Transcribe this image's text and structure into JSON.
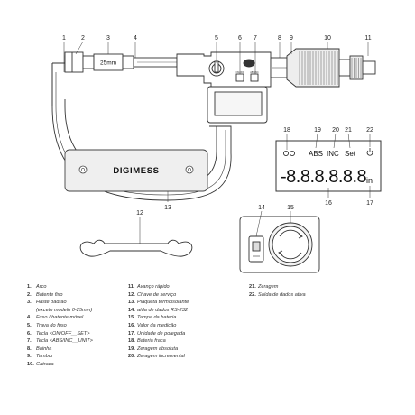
{
  "callouts": {
    "c1": "1",
    "c2": "2",
    "c3": "3",
    "c4": "4",
    "c5": "5",
    "c6": "6",
    "c7": "7",
    "c8": "8",
    "c9": "9",
    "c10": "10",
    "c11": "11",
    "c12": "12",
    "c13": "13",
    "c14": "14",
    "c15": "15",
    "c16": "16",
    "c17": "17",
    "c18": "18",
    "c19": "19",
    "c20": "20",
    "c21": "21",
    "c22": "22"
  },
  "spindle_label": "25mm",
  "brand": "DIGIMESS",
  "lcd": {
    "abs": "ABS",
    "inc": "INC",
    "set": "Set",
    "reading": "-8.8.8.8.8.8",
    "unit": "in"
  },
  "legend": {
    "col1": [
      {
        "num": "1.",
        "text": "Arco"
      },
      {
        "num": "2.",
        "text": "Batente fixo"
      },
      {
        "num": "3.",
        "text": "Haste padrão"
      },
      {
        "num": "",
        "text": "(exceto modelo 0-25mm)"
      },
      {
        "num": "4.",
        "text": "Fuso / batente móvel"
      },
      {
        "num": "5.",
        "text": "Trava do fuso"
      },
      {
        "num": "6.",
        "text": "Tecla <ON/OFF__SET>"
      },
      {
        "num": "7.",
        "text": "Tecla <ABS/INC__UNIT>"
      },
      {
        "num": "8.",
        "text": "Bainha"
      },
      {
        "num": "9.",
        "text": "Tambor"
      },
      {
        "num": "10.",
        "text": "Catraca"
      }
    ],
    "col2": [
      {
        "num": "11.",
        "text": "Avanço rápido"
      },
      {
        "num": "12.",
        "text": "Chave de serviço"
      },
      {
        "num": "13.",
        "text": "Plaqueta termoisolante"
      },
      {
        "num": "14.",
        "text": "aída de dados RS-232"
      },
      {
        "num": "15.",
        "text": "Tampa da bateria"
      },
      {
        "num": "16.",
        "text": "Valor da medição"
      },
      {
        "num": "17.",
        "text": "Unidade de polegada"
      },
      {
        "num": "18.",
        "text": "Bateria fraca"
      },
      {
        "num": "19.",
        "text": "Zeragem absoluta"
      },
      {
        "num": "20.",
        "text": "Zeragem incremental"
      }
    ],
    "col3": [
      {
        "num": "21.",
        "text": "Zeragem"
      },
      {
        "num": "22.",
        "text": "Saída de dados ativa"
      }
    ]
  }
}
